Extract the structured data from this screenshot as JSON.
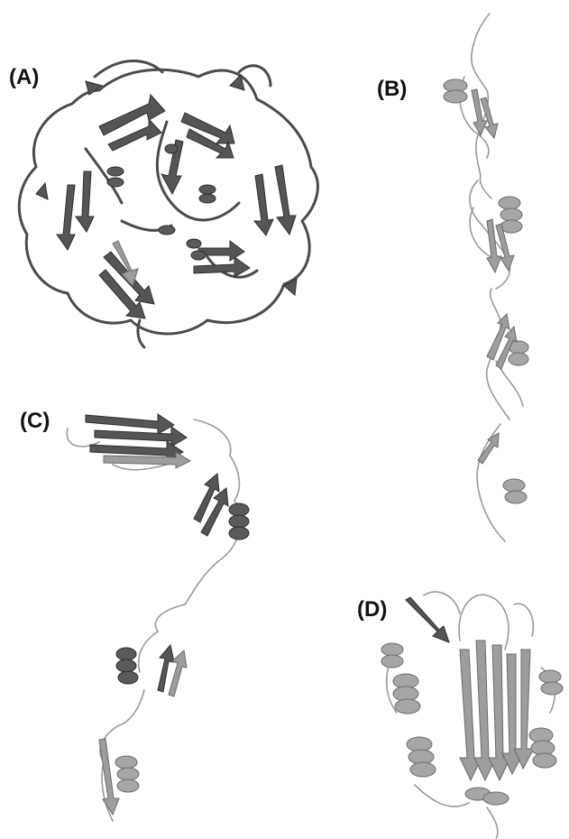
{
  "panels": {
    "a": {
      "label": "(A)"
    },
    "b": {
      "label": "(B)"
    },
    "c": {
      "label": "(C)"
    },
    "d": {
      "label": "(D)"
    }
  },
  "colors": {
    "background": "#ffffff",
    "ribbon_dark": "#4b4b4b",
    "ribbon_light": "#9d9d9d",
    "label": "#111111"
  }
}
